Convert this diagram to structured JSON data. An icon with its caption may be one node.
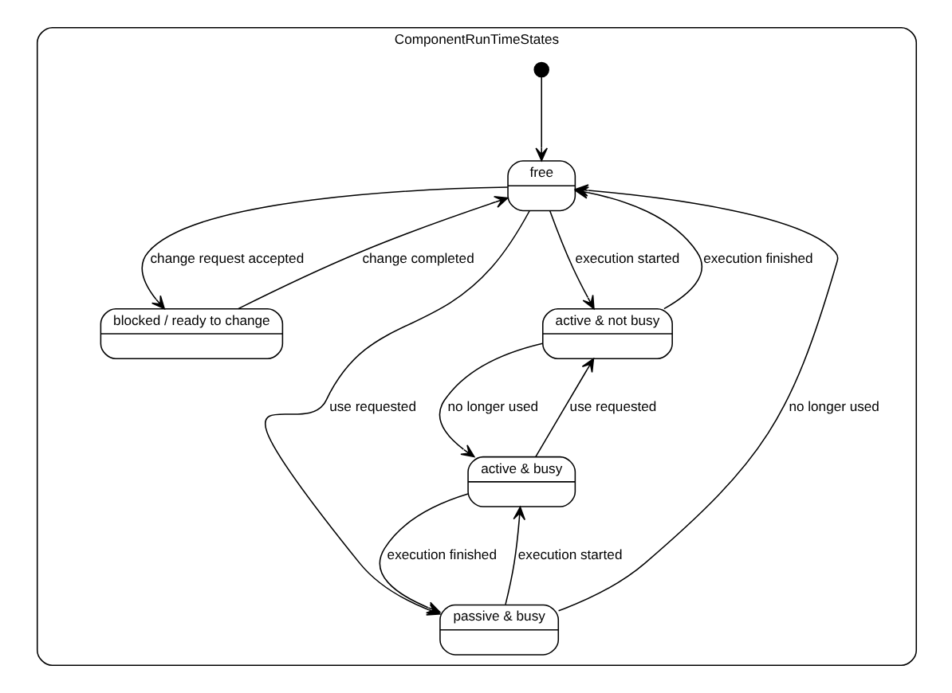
{
  "diagram": {
    "nodes": [
      {
        "text": [
          "ComponentRunTimeStates"
        ]
      },
      {
        "text": [],
        "shape": "circle",
        "in": 0
      },
      {
        "text": [
          "free"
        ],
        "in": 0
      },
      {
        "text": [
          "blocked / ready to change"
        ],
        "in": 0
      },
      {
        "text": [
          "active & not busy"
        ],
        "in": 0
      },
      {
        "text": [
          "passive & busy"
        ],
        "in": 0
      },
      {
        "text": [
          "active & busy"
        ],
        "in": 0
      }
    ],
    "edges": [
      {
        "from": 1,
        "to": 2,
        "arrow": "to"
      },
      {
        "from": 3,
        "to": 2,
        "arrow": "to",
        "label": "change completed"
      },
      {
        "from": 2,
        "to": 3,
        "arrow": "to",
        "label": "change request accepted"
      },
      {
        "from": 2,
        "to": 4,
        "arrow": "to",
        "label": "execution started"
      },
      {
        "from": 4,
        "to": 2,
        "arrow": "to",
        "label": "execution finished"
      },
      {
        "from": 5,
        "to": 2,
        "arrow": "to",
        "label": "no longer used"
      },
      {
        "from": 2,
        "to": 5,
        "arrow": "to",
        "label": "use requested"
      },
      {
        "from": 6,
        "to": 4,
        "arrow": "to",
        "label": "use requested"
      },
      {
        "from": 4,
        "to": 6,
        "arrow": "to",
        "label": "no longer used"
      },
      {
        "from": 6,
        "to": 5,
        "arrow": "to",
        "label": "execution finished"
      },
      {
        "from": 5,
        "to": 6,
        "arrow": "to",
        "label": "execution started"
      }
    ]
  }
}
